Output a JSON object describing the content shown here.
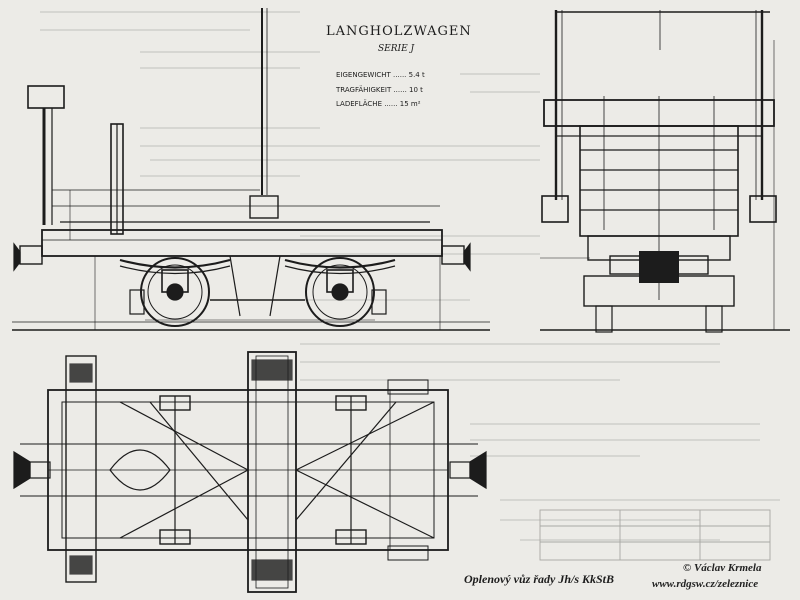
{
  "drawing": {
    "title": "LANGHOLZWAGEN",
    "subtitle": "SERIE J",
    "spec_lines": [
      "EIGENGEWICHT ...... 5.4 t",
      "TRAGFÄHIGKEIT ...... 10 t",
      "LADEFLÄCHE ...... 15 m²"
    ]
  },
  "caption": "Oplenový vůz řady Jh/s KkStB",
  "credit": {
    "author": "© Václav Krmela",
    "url": "www.rdgsw.cz/zeleznice"
  },
  "colors": {
    "paper": "#ecebe7",
    "ink": "#1c1c1c",
    "faint_text": "#9a9a96"
  }
}
